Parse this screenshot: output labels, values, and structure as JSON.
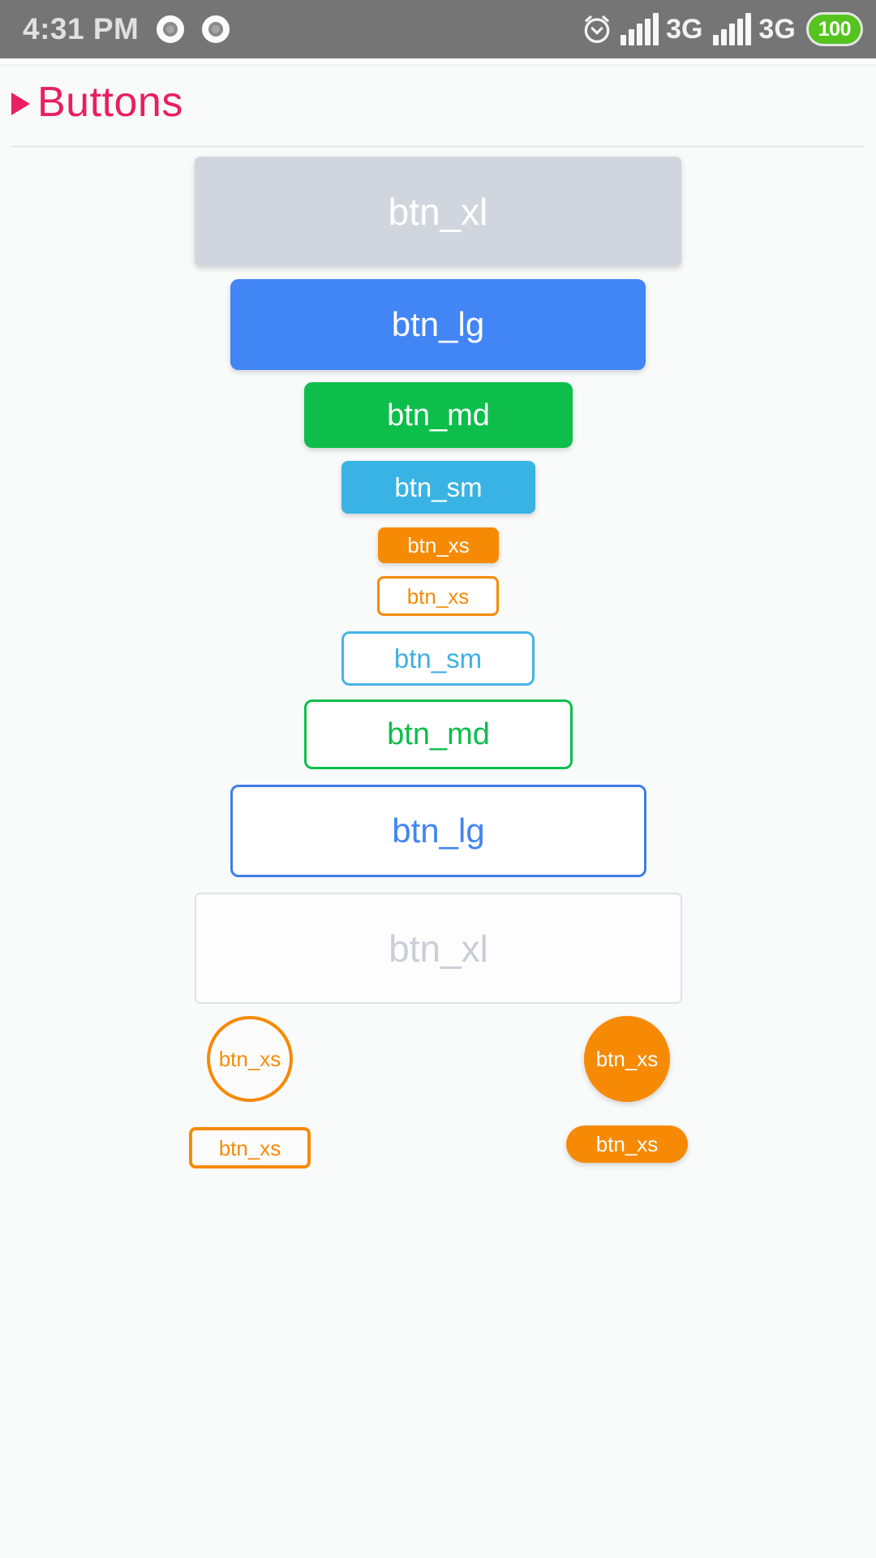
{
  "status_bar": {
    "time": "4:31 PM",
    "sim1_network": "3G",
    "sim2_network": "3G",
    "battery_level": "100"
  },
  "header": {
    "title": "Buttons"
  },
  "buttons": {
    "stack": [
      {
        "label": "btn_xl",
        "style": "filled",
        "size": "xl"
      },
      {
        "label": "btn_lg",
        "style": "filled",
        "size": "lg"
      },
      {
        "label": "btn_md",
        "style": "filled",
        "size": "md"
      },
      {
        "label": "btn_sm",
        "style": "filled",
        "size": "sm"
      },
      {
        "label": "btn_xs",
        "style": "filled",
        "size": "xs"
      },
      {
        "label": "btn_xs",
        "style": "outline",
        "size": "xs"
      },
      {
        "label": "btn_sm",
        "style": "outline",
        "size": "sm"
      },
      {
        "label": "btn_md",
        "style": "outline",
        "size": "md"
      },
      {
        "label": "btn_lg",
        "style": "outline",
        "size": "lg"
      },
      {
        "label": "btn_xl",
        "style": "outline",
        "size": "xl"
      }
    ],
    "circle_row": [
      {
        "label": "btn_xs",
        "style": "outline",
        "shape": "circle"
      },
      {
        "label": "btn_xs",
        "style": "filled",
        "shape": "circle"
      }
    ],
    "bottom_row": [
      {
        "label": "btn_xs",
        "style": "outline",
        "shape": "rect"
      },
      {
        "label": "btn_xs",
        "style": "filled",
        "shape": "pill"
      }
    ]
  },
  "icons": {
    "status_circle": "donut-circle",
    "alarm": "alarm-clock",
    "signal": "signal-bars-5",
    "battery": "battery-pill",
    "header_bullet": "right-triangle"
  },
  "colors": {
    "status_bar_bg": "#757575",
    "battery_green": "#55C41E",
    "header_pink": "#E91E63",
    "btn_xl_gray": "#D1D6DE",
    "btn_lg_blue": "#4285F4",
    "btn_md_green": "#0DBE4B",
    "btn_sm_lightblue": "#39B3E3",
    "btn_xs_orange": "#F78A05",
    "page_bg": "#F9FAFA"
  }
}
